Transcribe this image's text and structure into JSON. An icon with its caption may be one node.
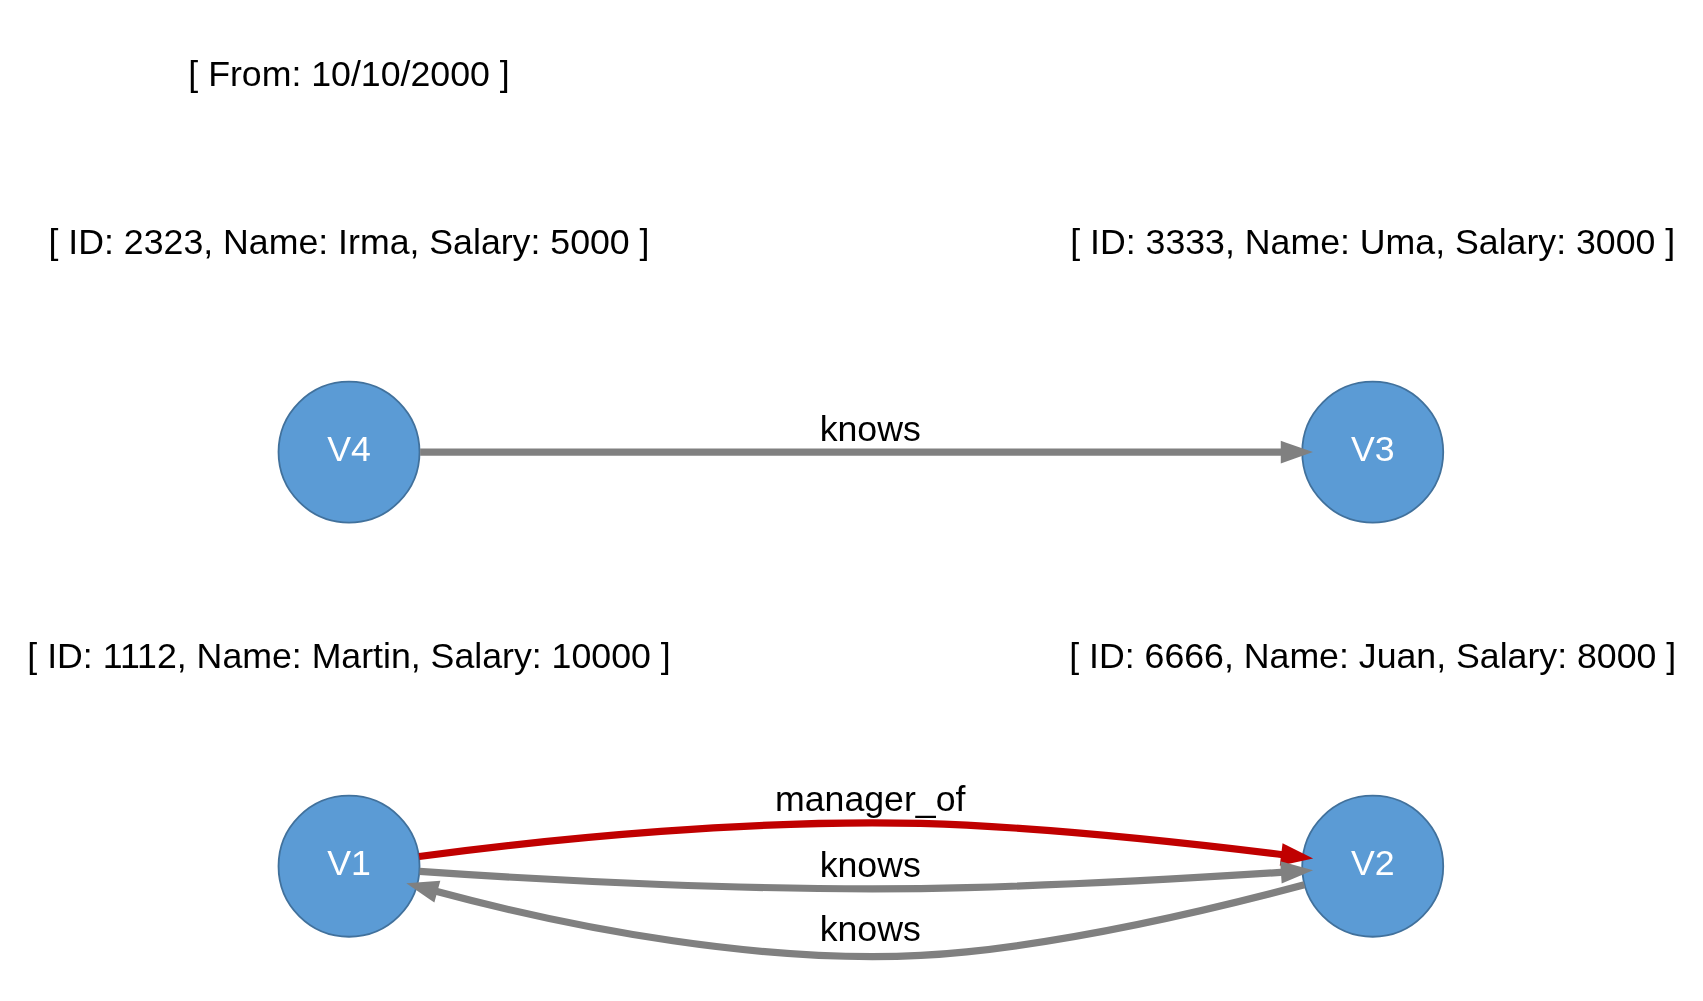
{
  "diagram": {
    "nodes": [
      {
        "text": [
          "V1"
        ],
        "beside": [
          "[ ID: 1112, Name: Martin, Salary: 10000 ]"
        ]
      },
      {
        "text": [
          "V2"
        ],
        "beside": [
          "[ ID: 6666, Name: Juan, Salary: 8000 ]"
        ]
      },
      {
        "text": [
          "V3"
        ],
        "beside": [
          "[ ID: 3333, Name: Uma, Salary: 3000 ]"
        ]
      },
      {
        "text": [
          "V4"
        ],
        "beside": [
          "[ ID: 2323, Name: Irma, Salary: 5000 ]"
        ]
      }
    ],
    "edges": [
      {
        "from": 0,
        "to": 1,
        "arrow": "to",
        "label": "manager_of",
        "color": "#c00000"
      },
      {
        "from": 0,
        "to": 1,
        "arrow": "to",
        "label": "knows"
      },
      {
        "from": 1,
        "to": 0,
        "arrow": "to",
        "label": "knows"
      },
      {
        "from": 3,
        "to": 2,
        "arrow": "to",
        "label": "knows"
      }
    ],
    "labels": [
      "[ From: 10/10/2000 ]"
    ]
  }
}
